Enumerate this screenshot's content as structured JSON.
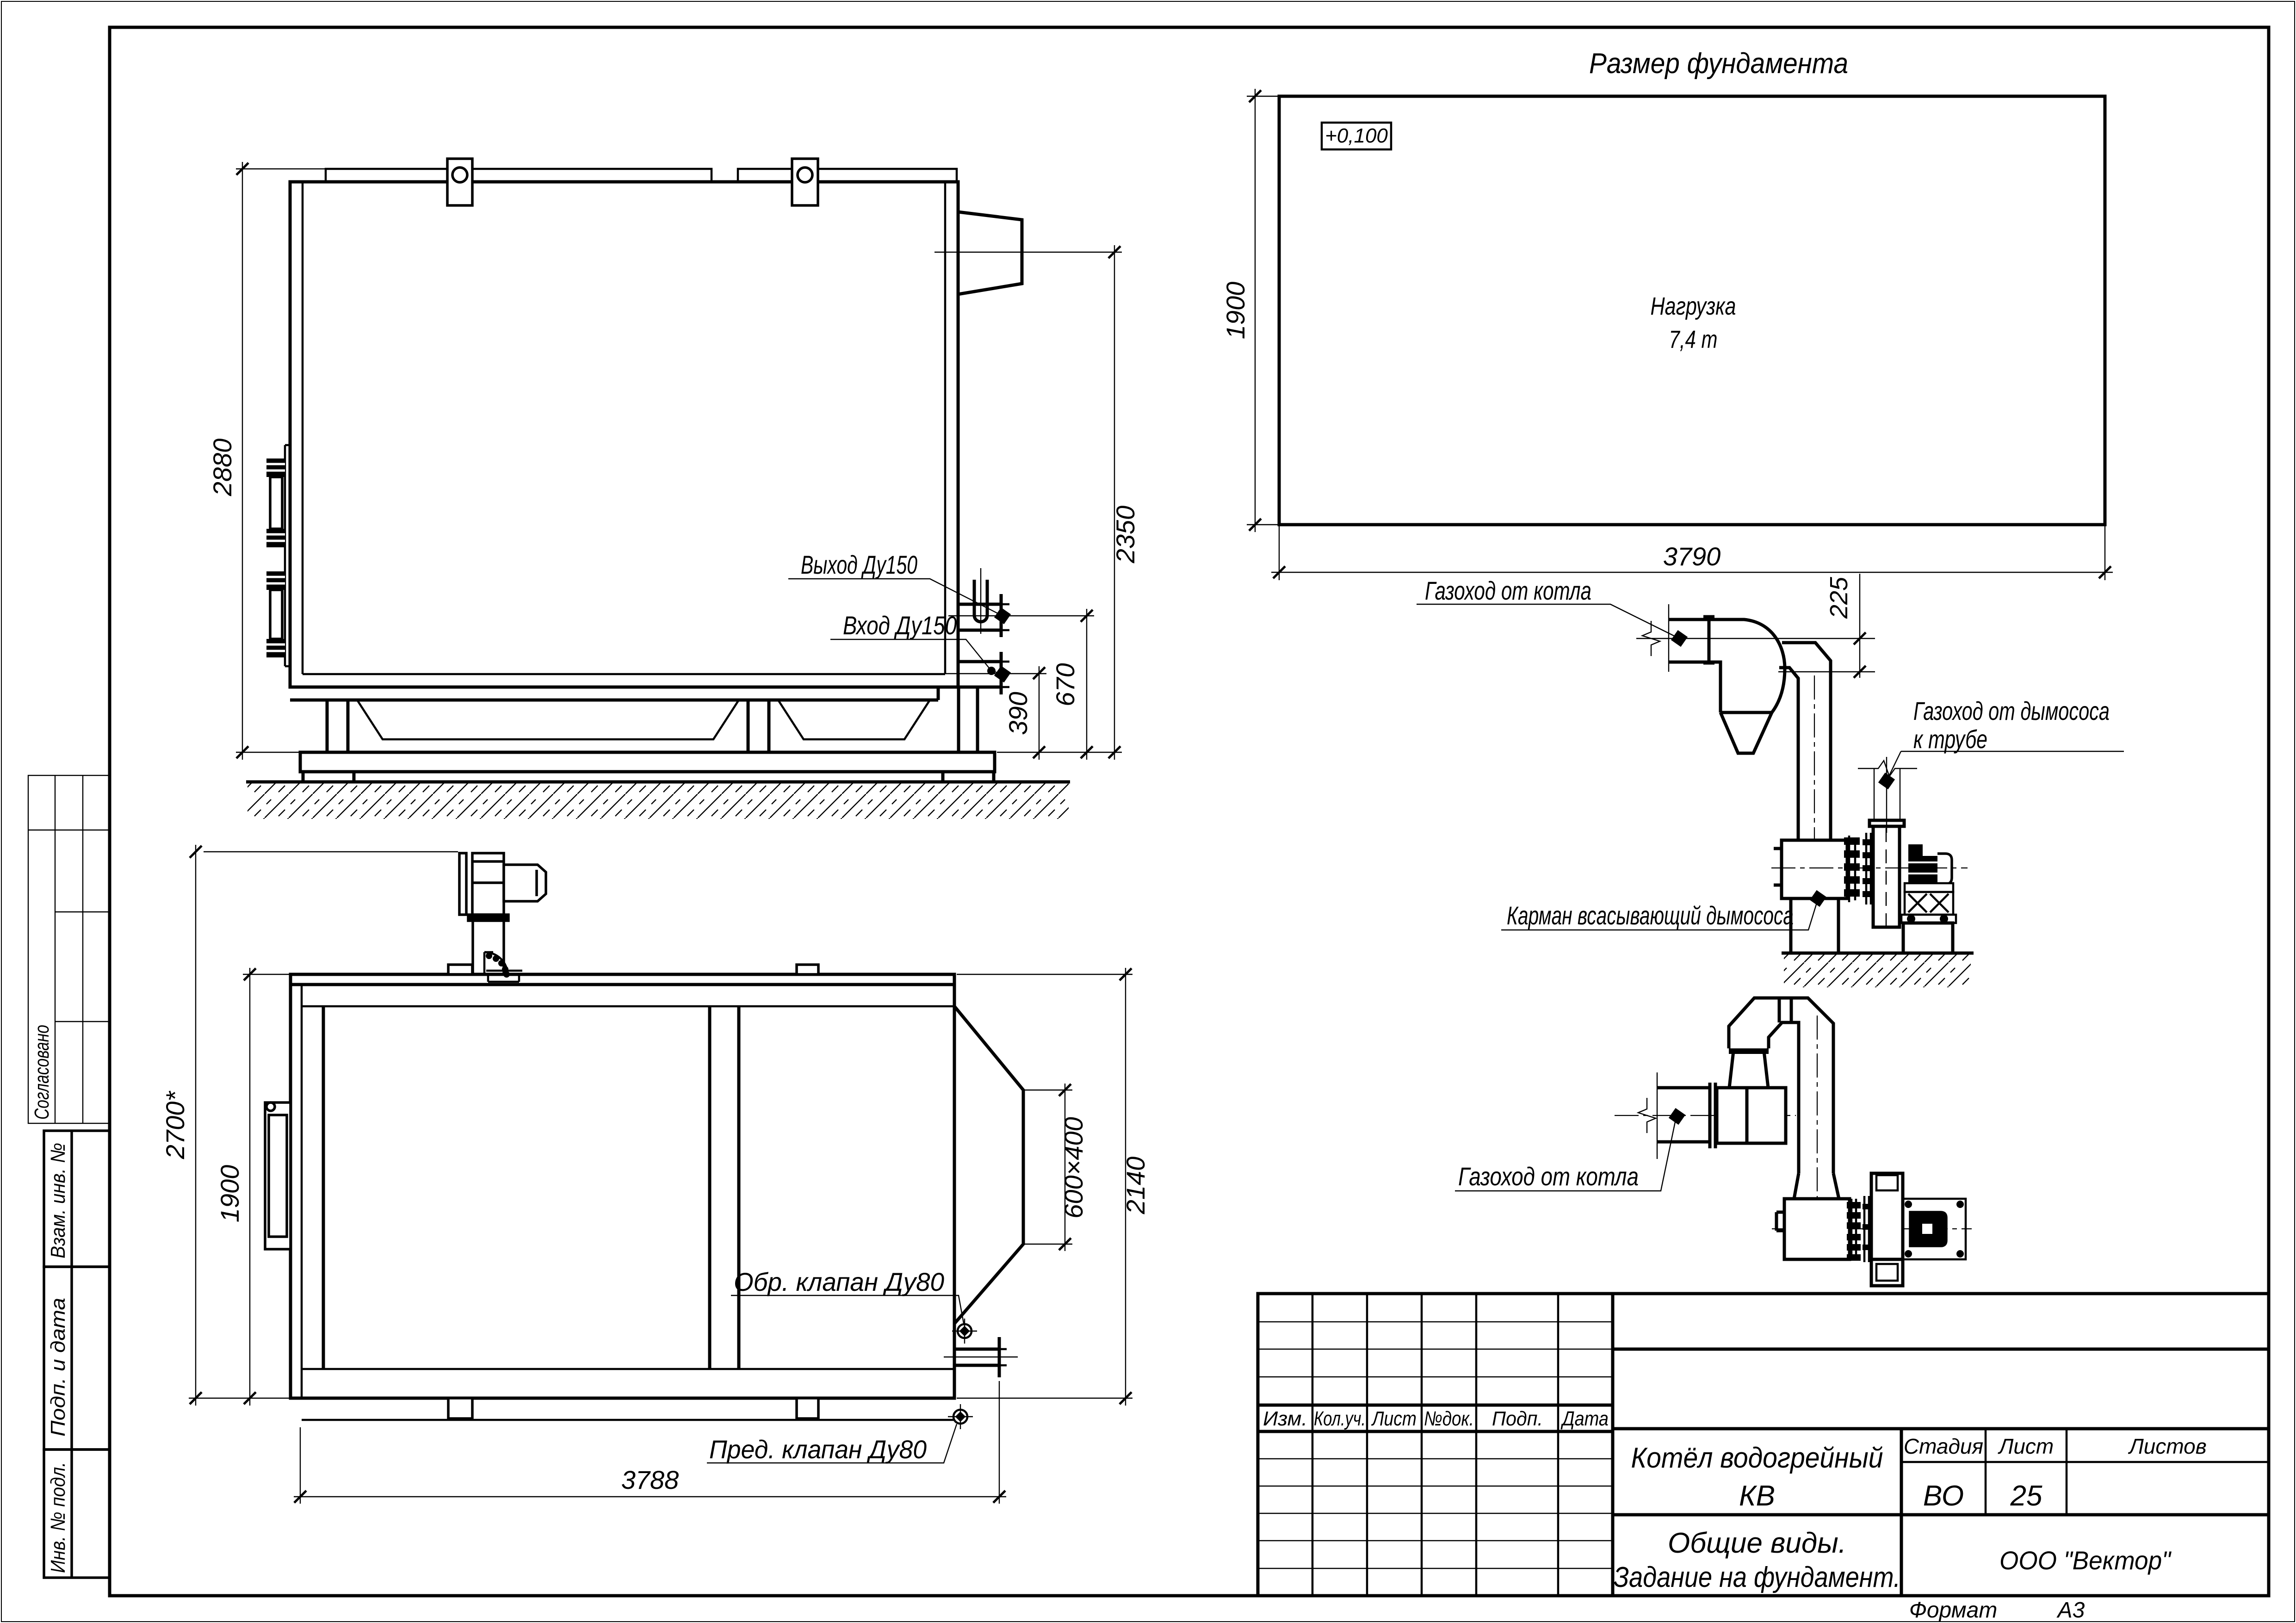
{
  "sheet": {
    "format_label": "Формат",
    "format_value": "А3"
  },
  "side_stamps": {
    "soglasovano": "Согласовано",
    "vzam_inv": "Взам. инв. №",
    "podp_i_data": "Подп. и дата",
    "inv_podl": "Инв. № подл."
  },
  "title_block": {
    "rev": {
      "izm": "Изм.",
      "koluch": "Кол.уч.",
      "list": "Лист",
      "ndok": "№док.",
      "podp": "Подп.",
      "data": "Дата"
    },
    "doc_title_line1": "Котёл водогрейный",
    "doc_title_line2": "КВ",
    "doc_subtitle_line1": "Общие виды.",
    "doc_subtitle_line2": "Задание на фундамент.",
    "stage_header": "Стадия",
    "sheet_header": "Лист",
    "sheets_header": "Листов",
    "stage_value": "ВО",
    "sheet_value": "25",
    "company": "ООО \"Вектор\""
  },
  "foundation_view": {
    "title": "Размер фундамента",
    "elevation_mark": "+0,100",
    "load_line1": "Нагрузка",
    "load_line2": "7,4 т",
    "dim_height": "1900",
    "dim_width": "3790"
  },
  "side_view": {
    "dim_total_height": "2880",
    "dim_flue_height": "2350",
    "dim_outlet_height": "670",
    "dim_inlet_height": "390",
    "label_outlet": "Выход Ду150",
    "label_inlet": "Вход Ду150"
  },
  "plan_view": {
    "dim_overall_width": "2700*",
    "dim_body_width": "1900",
    "dim_length": "3788",
    "dim_flue_opening": "600×400",
    "dim_depth": "2140",
    "label_check_valve": "Обр. клапан Ду80",
    "label_safety_valve": "Пред. клапан Ду80"
  },
  "duct_elevation": {
    "label_from_boiler": "Газоход от котла",
    "dim_offset": "225",
    "label_to_chimney_line1": "Газоход от дымососа",
    "label_to_chimney_line2": "к трубе",
    "label_pocket": "Карман всасывающий дымососа"
  },
  "duct_plan": {
    "label_from_boiler": "Газоход от котла"
  }
}
